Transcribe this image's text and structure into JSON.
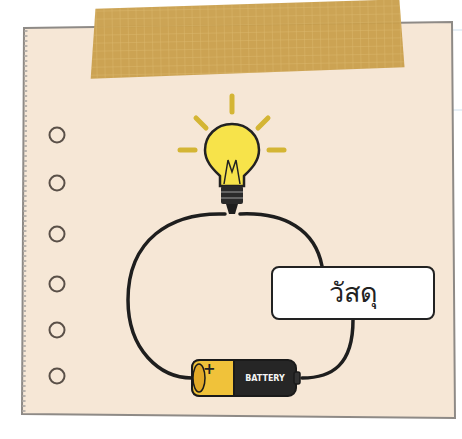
{
  "diagram": {
    "nodes": [
      {
        "text": [
          "วัสดุ"
        ]
      },
      {
        "text": [
          "BATTERY"
        ]
      }
    ],
    "edges": [
      {
        "from": 0,
        "to": 1,
        "arrow": "none"
      }
    ],
    "labels": [
      "+"
    ]
  }
}
